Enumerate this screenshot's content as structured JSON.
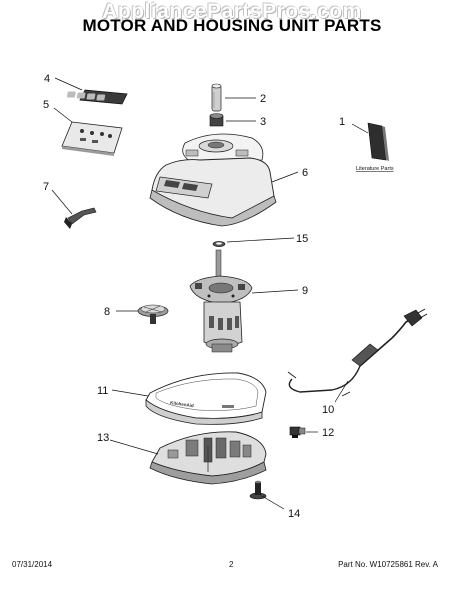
{
  "watermark": "AppliancePartsPros.com",
  "title": "MOTOR AND HOUSING UNIT PARTS",
  "callouts": {
    "c1": "1",
    "c2": "2",
    "c3": "3",
    "c4": "4",
    "c5": "5",
    "c6": "6",
    "c7": "7",
    "c8": "8",
    "c9": "9",
    "c10": "10",
    "c11": "11",
    "c12": "12",
    "c13": "13",
    "c14": "14",
    "c15": "15"
  },
  "literature_label": "Literature Parts",
  "trim_band_text": "KitchenAid",
  "footer": {
    "date": "07/31/2014",
    "page": "2",
    "part_no": "Part No. W10725861  Rev. A"
  }
}
